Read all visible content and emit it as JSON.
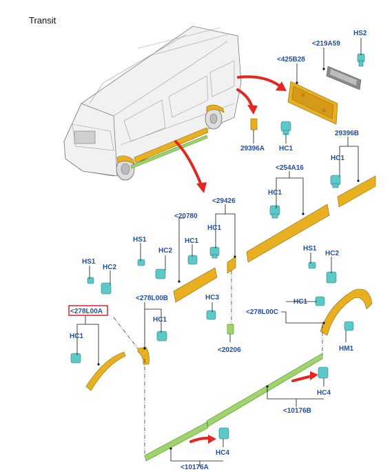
{
  "title": "Transit",
  "colors": {
    "label": "#1f4e9e",
    "part": "#e8b020",
    "molding_green": "#9fd46a",
    "clip": "#5cc8c8",
    "arrow": "#e3261f",
    "highlight_box": "#d8202a"
  },
  "labels": {
    "l219A59": "<219A59",
    "lHS2": "HS2",
    "l425B28": "<425B28",
    "l29396A": "29396A",
    "lHC1_top": "HC1",
    "l29396B": "29396B",
    "lHC1_right": "HC1",
    "l254A16": "<254A16",
    "lHC1_mid": "HC1",
    "l29426": "<29426",
    "lHC1_29426": "HC1",
    "l20780": "<20780",
    "lHS1_a": "HS1",
    "lHC2_a": "HC2",
    "lHC1_a": "HC1",
    "lHS1_left": "HS1",
    "lHC2_left": "HC2",
    "l278L00A": "<278L00A",
    "lHC1_left": "HC1",
    "l278L00B": "<278L00B",
    "lHC1_b": "HC1",
    "lHC3": "HC3",
    "l20206": "<20206",
    "lHS1_r": "HS1",
    "lHC2_r": "HC2",
    "l278L00C": "<278L00C",
    "lHC1_c": "HC1",
    "lHM1": "HM1",
    "lHC4_r": "HC4",
    "l10176B": "<10176B",
    "lHC4_b": "HC4",
    "l10176A": "<10176A"
  }
}
